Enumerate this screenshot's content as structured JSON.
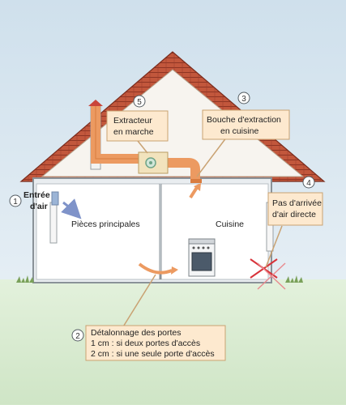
{
  "labels": {
    "air_inlet_line1": "Entrée",
    "air_inlet_line2": "d'air",
    "main_rooms": "Pièces principales",
    "kitchen": "Cuisine",
    "fan_line1": "Extracteur",
    "fan_line2": "en marche",
    "kitchen_vent_line1": "Bouche d'extraction",
    "kitchen_vent_line2": "en cuisine",
    "no_direct_air_line1": "Pas d'arrivée",
    "no_direct_air_line2": "d'air directe",
    "door_title": "Détalonnage des portes",
    "door_line1": "1 cm : si deux portes d'accès",
    "door_line2": "2 cm : si une seule porte d'accès"
  },
  "numbers": {
    "n1": "1",
    "n2": "2",
    "n3": "3",
    "n4": "4",
    "n5": "5"
  },
  "colors": {
    "sky": "#dfeaf2",
    "ground": "#d7ebd0",
    "roof_tile": "#b94c34",
    "wall_fill": "#e9edf0",
    "wall_outline": "#8a9298",
    "duct": "#ec9a61",
    "duct_dark": "#d97c3f",
    "callout_fill": "#fde9cf",
    "callout_border": "#c9a272",
    "no_air_cross": "#d8333a",
    "blue_arrow": "#7f93c9"
  }
}
